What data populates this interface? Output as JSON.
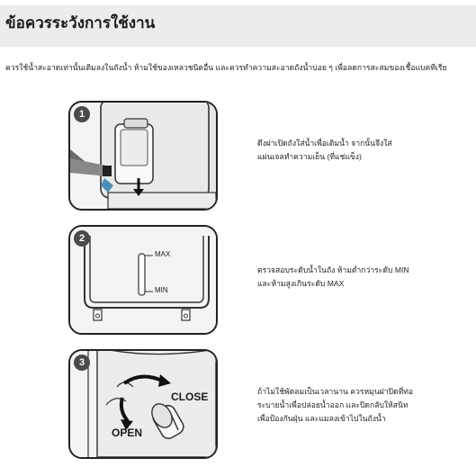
{
  "header": {
    "title": "ข้อควรระวังการใช้งาน"
  },
  "intro": "ควรใช้น้ำสะอาดเท่านั้นเติมลงในถังน้ำ ห้ามใช้ของเหลวชนิดอื่น และควรทำความสะอาดถังน้ำบ่อย ๆ เพื่อลดการสะสมของเชื้อแบคทีเรีย",
  "steps": [
    {
      "number": "1",
      "lines": [
        "ดึงฝาเปิดถังใส่น้ำเพื่อเติมน้ำ จากนั้นจึงใส่",
        "แผ่นเจลทำความเย็น (ที่แช่แข็ง)"
      ]
    },
    {
      "number": "2",
      "lines": [
        "ตรวจสอบระดับน้ำในถัง ห้ามต่ำกว่าระดับ MIN",
        "และห้ามสูงเกินระดับ MAX"
      ],
      "max_label": "MAX",
      "min_label": "MIN"
    },
    {
      "number": "3",
      "lines": [
        "ถ้าไม่ใช้พัดลมเป็นเวลานาน ควรหมุนฝาปิดที่ท่อ",
        "ระบายน้ำเพื่อปล่อยน้ำออก และปิดกลับให้สนิท",
        "เพื่อป้องกันฝุ่น และแมลงเข้าไปในถังน้ำ"
      ],
      "close_label": "CLOSE",
      "open_label": "OPEN"
    }
  ]
}
